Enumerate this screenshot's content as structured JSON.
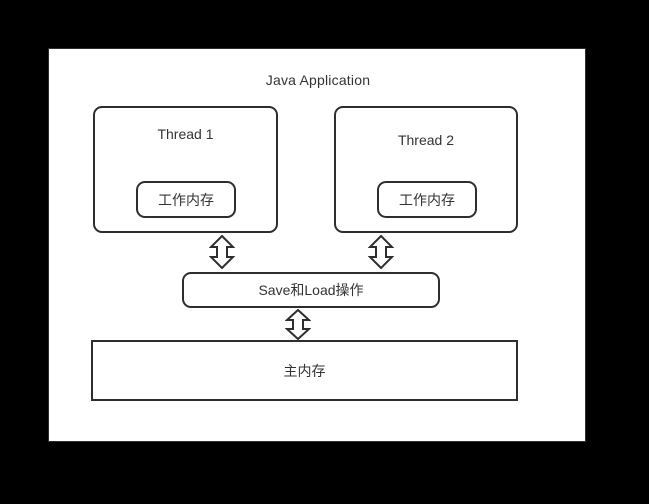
{
  "diagram": {
    "title": "Java Application",
    "background_color": "#000000",
    "canvas_color": "#ffffff",
    "stroke_color": "#2e2e2e",
    "text_color": "#333333",
    "threads": [
      {
        "label": "Thread 1",
        "memory_label": "工作内存"
      },
      {
        "label": "Thread 2",
        "memory_label": "工作内存"
      }
    ],
    "operations_box": {
      "label": "Save和Load操作"
    },
    "main_memory": {
      "label": "主内存"
    },
    "connectors": [
      {
        "name": "thread1-to-operations",
        "icon": "double-headed-vertical-arrow-icon"
      },
      {
        "name": "thread2-to-operations",
        "icon": "double-headed-vertical-arrow-icon"
      },
      {
        "name": "operations-to-main-memory",
        "icon": "double-headed-vertical-arrow-icon"
      }
    ]
  }
}
